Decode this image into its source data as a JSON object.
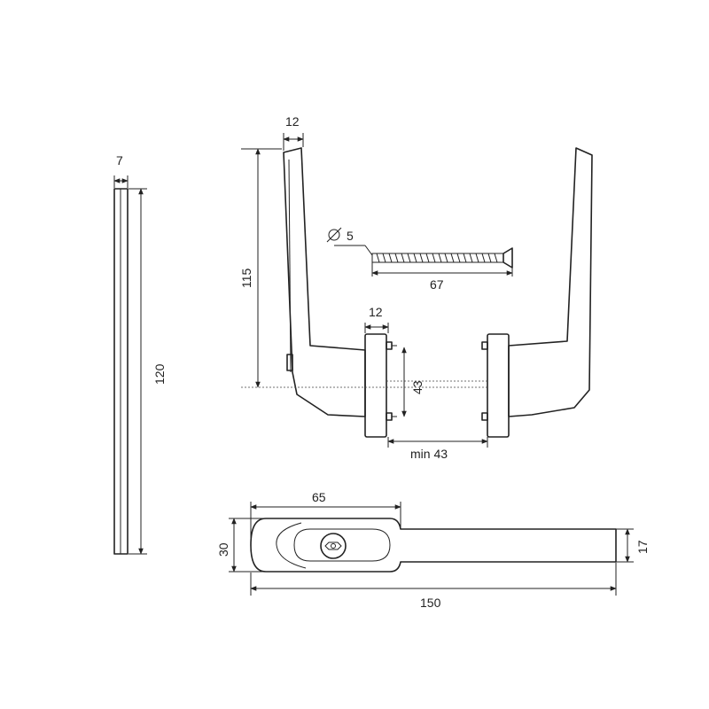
{
  "dimensions": {
    "plate_thickness": "7",
    "plate_height": "120",
    "lever_width_top": "12",
    "lever_height": "115",
    "screw_diameter_symbol": "∅",
    "screw_diameter": "5",
    "screw_length": "67",
    "rose_width": "12",
    "rose_spacing": "43",
    "min_spacing": "min 43",
    "top_length": "65",
    "top_height": "30",
    "top_tip_height": "17",
    "total_length": "150"
  },
  "colors": {
    "line": "#222222",
    "background": "#ffffff"
  }
}
